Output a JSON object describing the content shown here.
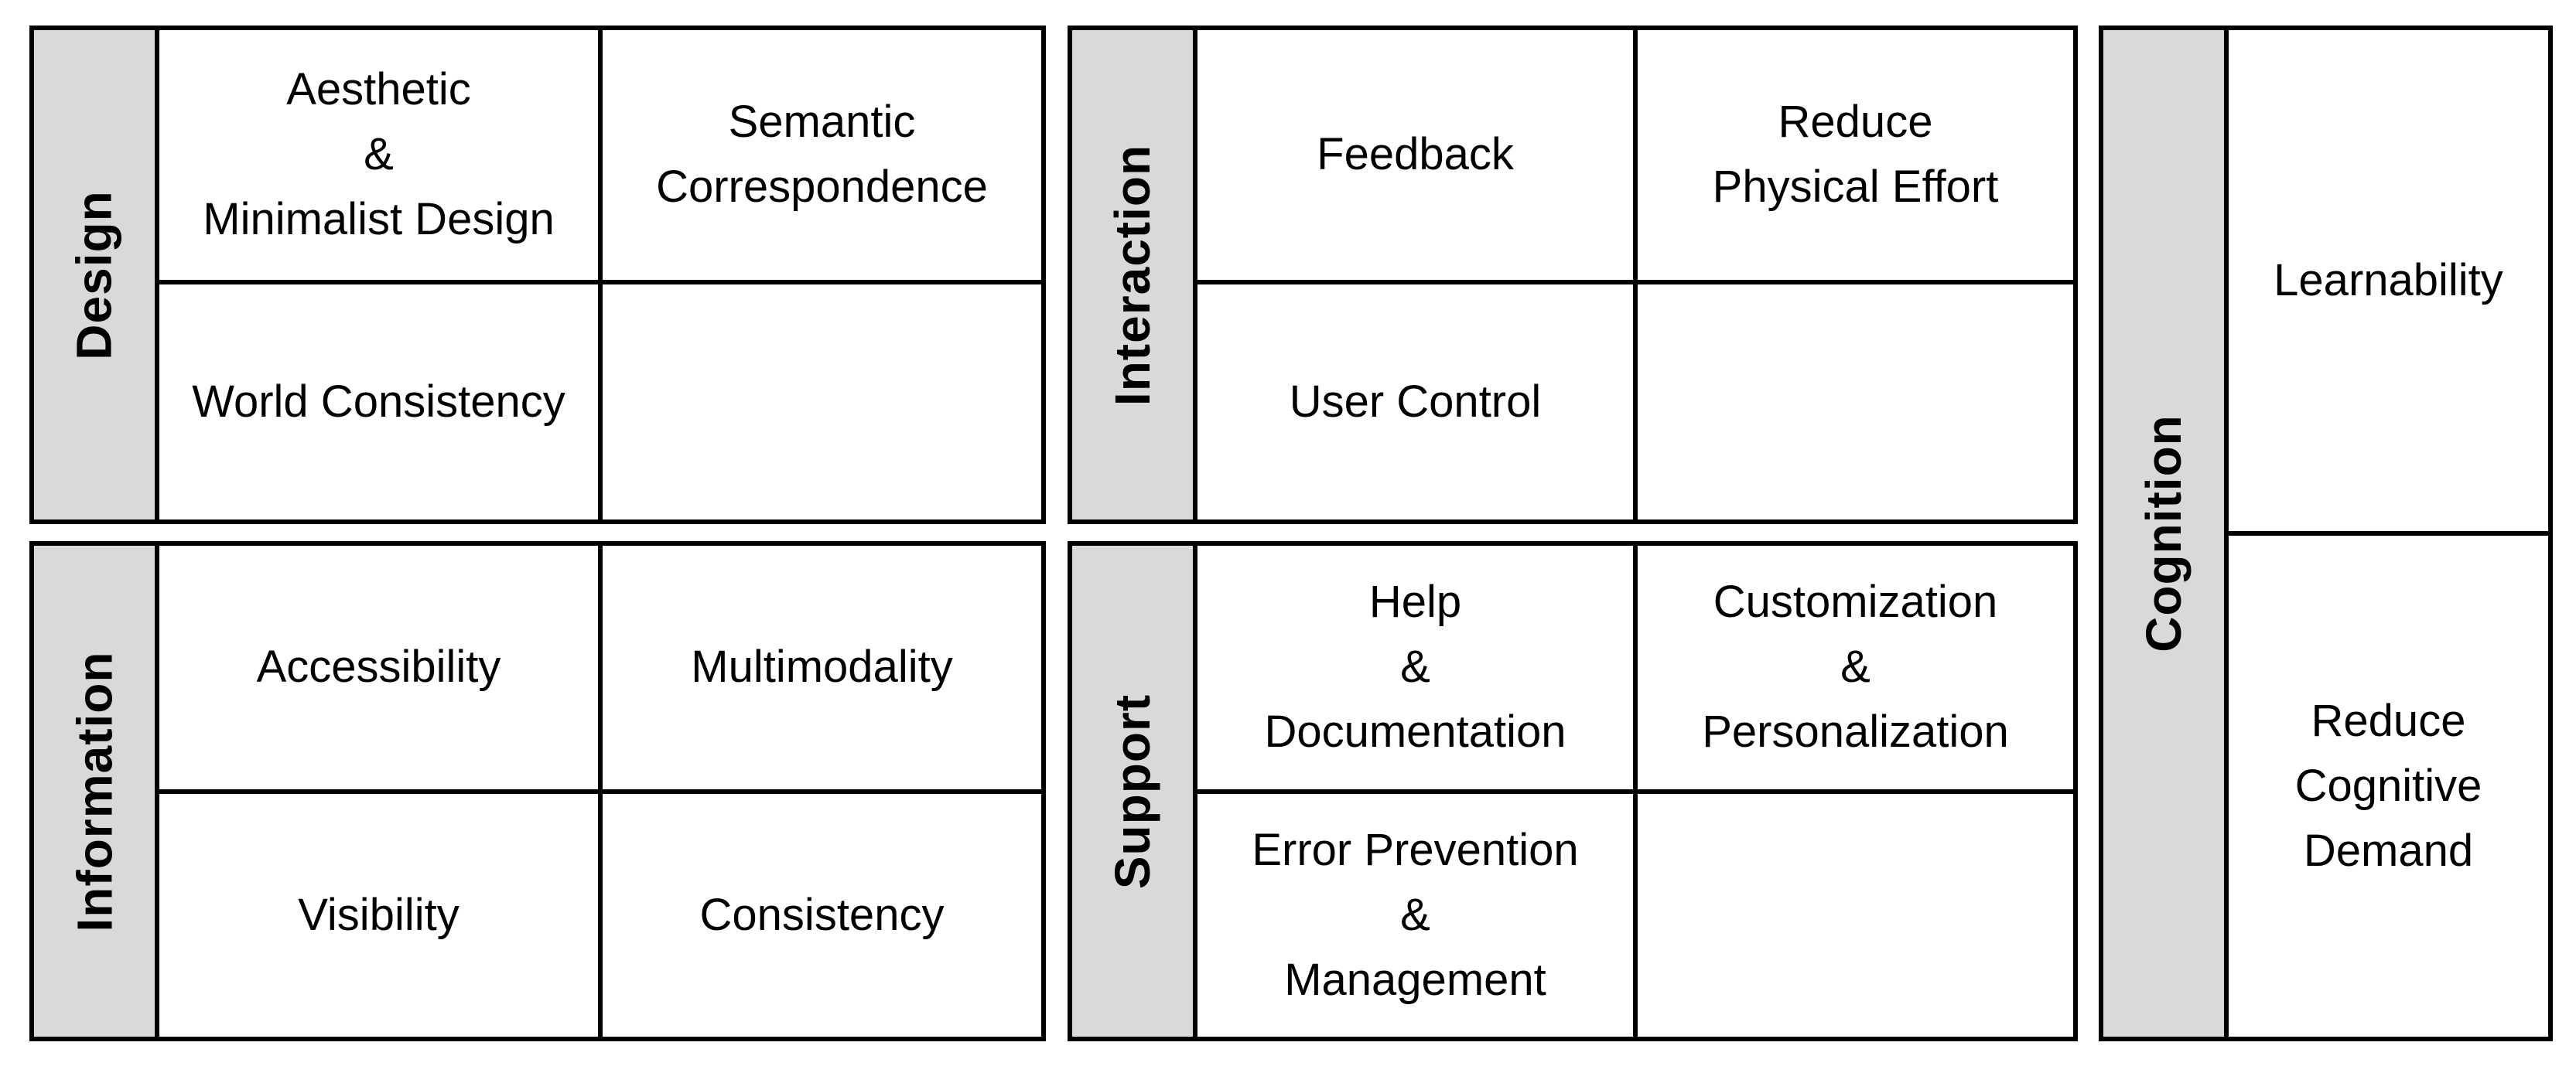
{
  "colors": {
    "label_background": "#d9d9d9",
    "border": "#000000",
    "cell_background": "#ffffff",
    "text": "#000000"
  },
  "groups": [
    {
      "id": "design",
      "label": "Design",
      "cells": [
        "Aesthetic\n&\nMinimalist Design",
        "Semantic\nCorrespondence",
        "World Consistency",
        ""
      ]
    },
    {
      "id": "information",
      "label": "Information",
      "cells": [
        "Accessibility",
        "Multimodality",
        "Visibility",
        "Consistency"
      ]
    },
    {
      "id": "interaction",
      "label": "Interaction",
      "cells": [
        "Feedback",
        "Reduce\nPhysical Effort",
        "User Control",
        ""
      ]
    },
    {
      "id": "support",
      "label": "Support",
      "cells": [
        "Help\n&\nDocumentation",
        "Customization\n&\nPersonalization",
        "Error Prevention\n&\nManagement",
        ""
      ]
    },
    {
      "id": "cognition",
      "label": "Cognition",
      "cells": [
        "Learnability",
        "Reduce\nCognitive\nDemand"
      ]
    }
  ]
}
